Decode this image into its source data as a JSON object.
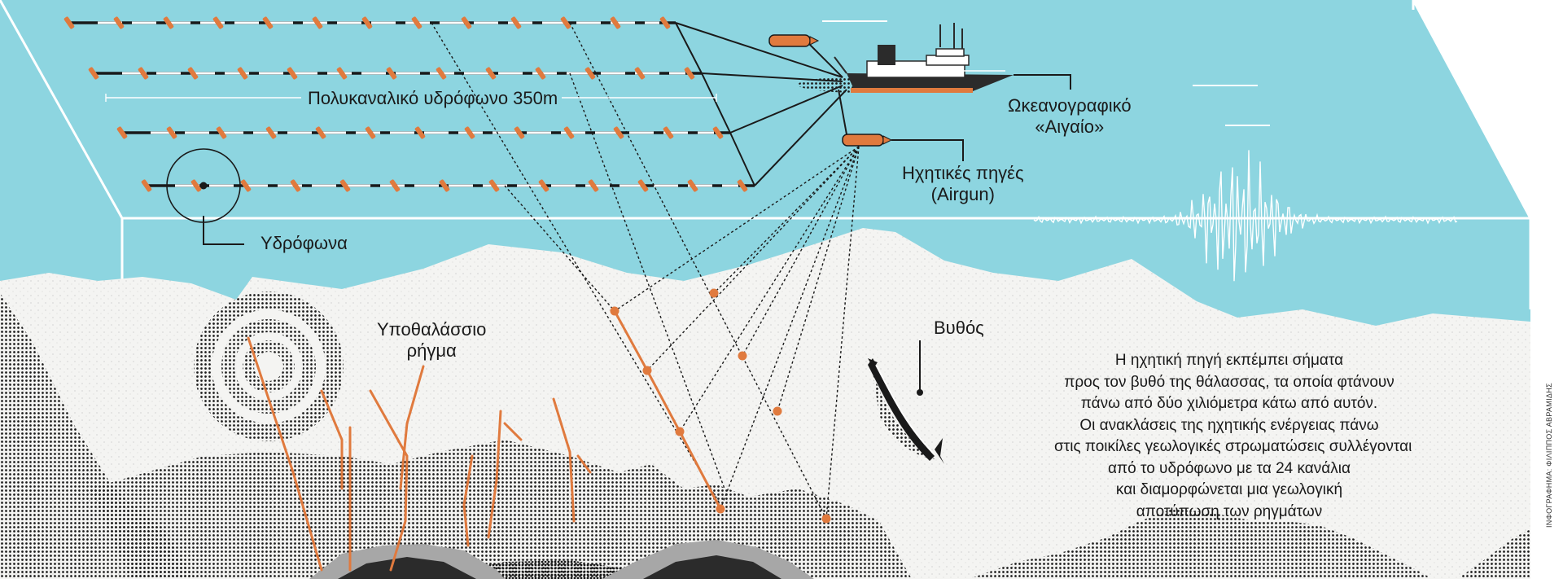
{
  "labels": {
    "streamer": "Πολυκαναλικό υδρόφωνο 350m",
    "vessel_line1": "Ωκεανογραφικό",
    "vessel_line2": "«Αιγαίο»",
    "source_line1": "Ηχητικές πηγές",
    "source_line2": "(Airgun)",
    "hydrophones": "Υδρόφωνα",
    "fault_line1": "Υποθαλάσσιο",
    "fault_line2": "ρήγμα",
    "seabed": "Βυθός"
  },
  "description": [
    "Η ηχητική πηγή εκπέμπει σήματα",
    "προς τον βυθό της θάλασσας, τα οποία φτάνουν",
    "πάνω από δύο χιλιόμετρα κάτω από αυτόν.",
    "Οι ανακλάσεις της ηχητικής ενέργειας πάνω",
    "στις ποικίλες γεωλογικές στρωματώσεις συλλέγονται",
    "από το υδρόφωνο με τα 24 κανάλια",
    "και διαμορφώνεται μια γεωλογική",
    "αποτύπωση των ρηγμάτων"
  ],
  "credit": "ΙΝΦΟΓΡΑΦΗΜΑ: ΦΙΛΙΠΠΟΣ ΑΒΡΑΜΙΔΗΣ",
  "colors": {
    "sea": "#8dd5e0",
    "sea_edge": "#ffffff",
    "seabed": "#f4f4f2",
    "orange": "#e07a3e",
    "ink": "#1a1a1a",
    "gray_layer": "#a7a7a7"
  },
  "icons": [
    "vessel-icon",
    "fish-icon",
    "airgun-icon",
    "hydrophone-ring-icon",
    "seismic-trace-icon"
  ]
}
